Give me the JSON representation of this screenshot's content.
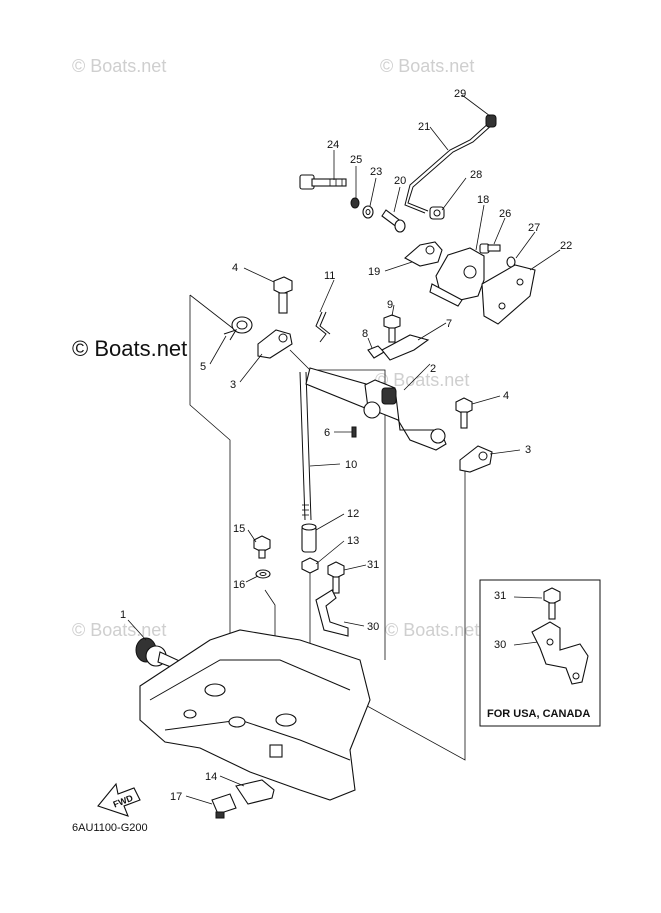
{
  "watermarks": {
    "top_left": "© Boats.net",
    "top_right": "© Boats.net",
    "center_left": "© Boats.net",
    "center_right": "© Boats.net",
    "lower_left": "© Boats.net",
    "lower_right": "© Boats.net"
  },
  "callouts": {
    "c1": "1",
    "c2": "2",
    "c3a": "3",
    "c3b": "3",
    "c4a": "4",
    "c4b": "4",
    "c5": "5",
    "c6": "6",
    "c7": "7",
    "c8": "8",
    "c9": "9",
    "c10": "10",
    "c11": "11",
    "c12": "12",
    "c13": "13",
    "c14": "14",
    "c15": "15",
    "c16": "16",
    "c17": "17",
    "c18": "18",
    "c19": "19",
    "c20": "20",
    "c21": "21",
    "c22": "22",
    "c23": "23",
    "c24": "24",
    "c25": "25",
    "c26": "26",
    "c27": "27",
    "c28": "28",
    "c29": "29",
    "c30": "30",
    "c31": "31",
    "inset_31": "31",
    "inset_30": "30"
  },
  "inset": {
    "caption": "FOR USA, CANADA"
  },
  "fwd_label": "FWD",
  "part_code": "6AU1100-G200"
}
